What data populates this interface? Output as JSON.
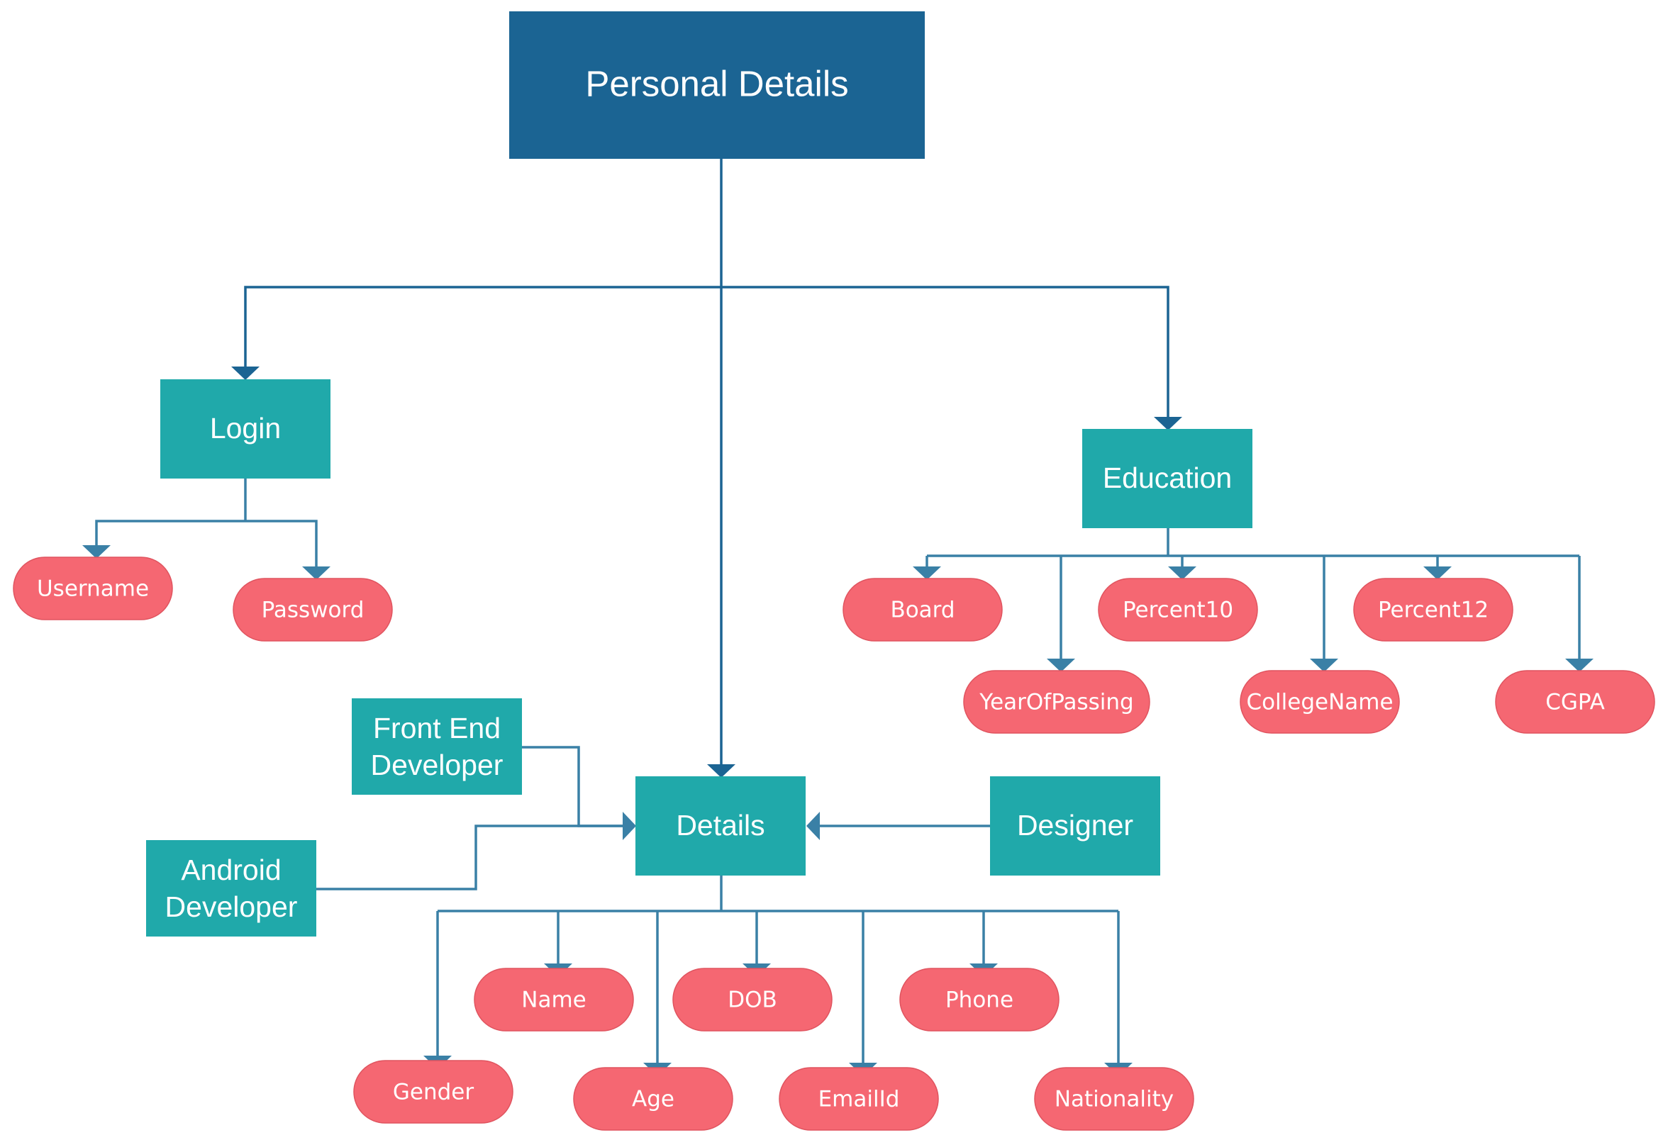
{
  "colors": {
    "root_fill": "#1b6493",
    "box_fill": "#20a9aa",
    "pill_fill": "#f56772",
    "pill_stroke": "#e0545f",
    "edge_dark": "#1b6493",
    "edge_light": "#3a80a6",
    "text": "#ffffff"
  },
  "root": {
    "label": "Personal Details"
  },
  "login": {
    "label": "Login",
    "fields": [
      {
        "id": "username",
        "label": "Username"
      },
      {
        "id": "password",
        "label": "Password"
      }
    ]
  },
  "education": {
    "label": "Education",
    "fields": [
      {
        "id": "board",
        "label": "Board"
      },
      {
        "id": "yearofpassing",
        "label": "YearOfPassing"
      },
      {
        "id": "percent10",
        "label": "Percent10"
      },
      {
        "id": "collegename",
        "label": "CollegeName"
      },
      {
        "id": "percent12",
        "label": "Percent12"
      },
      {
        "id": "cgpa",
        "label": "CGPA"
      }
    ]
  },
  "details": {
    "label": "Details",
    "fields": [
      {
        "id": "gender",
        "label": "Gender"
      },
      {
        "id": "name",
        "label": "Name"
      },
      {
        "id": "age",
        "label": "Age"
      },
      {
        "id": "dob",
        "label": "DOB"
      },
      {
        "id": "emailid",
        "label": "EmailId"
      },
      {
        "id": "phone",
        "label": "Phone"
      },
      {
        "id": "nationality",
        "label": "Nationality"
      }
    ]
  },
  "roles": [
    {
      "id": "frontend",
      "lines": [
        "Front End",
        "Developer"
      ]
    },
    {
      "id": "android",
      "lines": [
        "Android",
        "Developer"
      ]
    },
    {
      "id": "designer",
      "lines": [
        "Designer"
      ]
    }
  ]
}
